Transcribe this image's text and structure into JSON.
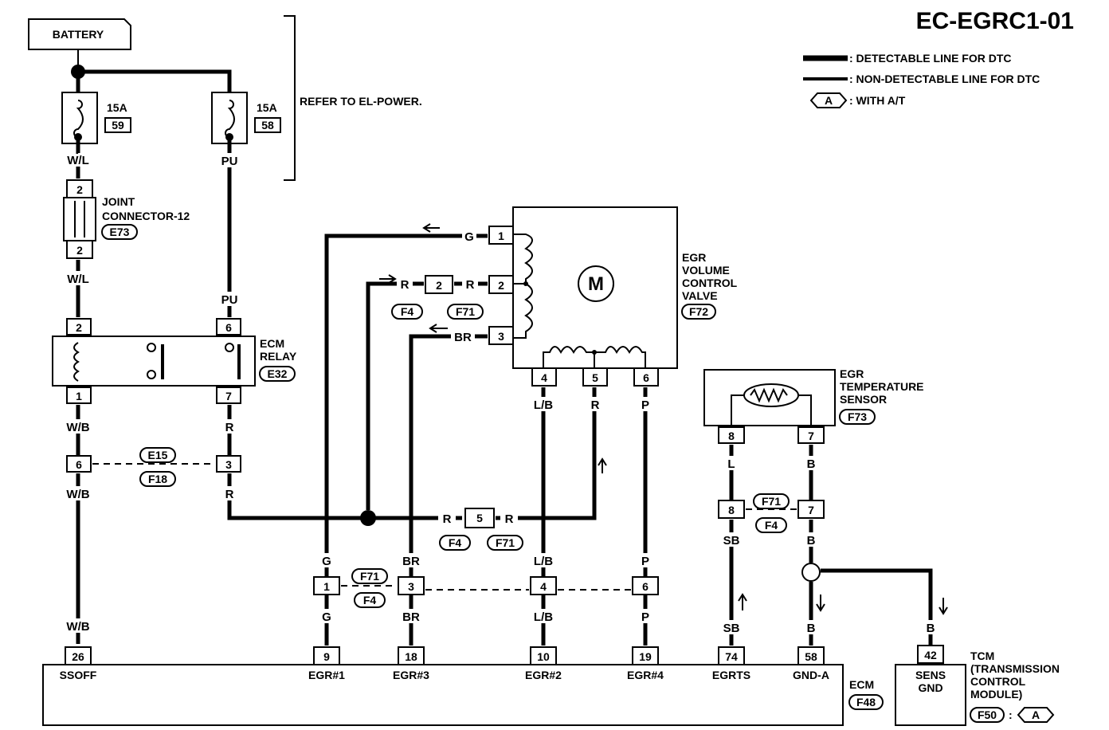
{
  "title": "EC-EGRC1-01",
  "legend": {
    "detectable": ": DETECTABLE LINE FOR DTC",
    "nondetectable": ": NON-DETECTABLE LINE FOR DTC",
    "with_at_code": "A",
    "with_at": ": WITH A/T"
  },
  "battery": "BATTERY",
  "fuses": {
    "f1_amp": "15A",
    "f1_no": "59",
    "f2_amp": "15A",
    "f2_no": "58",
    "refer": "REFER TO EL-POWER."
  },
  "wires": {
    "wl": "W/L",
    "pu": "PU",
    "wb": "W/B",
    "r": "R",
    "g": "G",
    "br": "BR",
    "lb": "L/B",
    "p": "P",
    "l": "L",
    "b": "B",
    "sb": "SB"
  },
  "joint": {
    "label1": "JOINT",
    "label2": "CONNECTOR-12",
    "code": "E73",
    "pin_top": "2",
    "pin_bottom": "2"
  },
  "ecm_relay": {
    "label1": "ECM",
    "label2": "RELAY",
    "code": "E32",
    "pins": [
      "2",
      "6",
      "1",
      "7"
    ]
  },
  "connectors": {
    "e15": "E15",
    "f18": "F18",
    "f4": "F4",
    "f71": "F71",
    "pin3": "3",
    "pin6": "6",
    "pin2": "2",
    "pin5": "5",
    "pin1": "1",
    "pin4": "4",
    "pin8": "8",
    "pin7": "7"
  },
  "egr_valve": {
    "label1": "EGR",
    "label2": "VOLUME",
    "label3": "CONTROL",
    "label4": "VALVE",
    "code": "F72",
    "motor": "M",
    "pins": [
      "1",
      "2",
      "3",
      "4",
      "5",
      "6"
    ]
  },
  "egr_temp": {
    "label1": "EGR",
    "label2": "TEMPERATURE",
    "label3": "SENSOR",
    "code": "F73",
    "pins": [
      "8",
      "7"
    ]
  },
  "ecm": {
    "label": "ECM",
    "code": "F48",
    "pins": [
      {
        "no": "26",
        "name": "SSOFF"
      },
      {
        "no": "9",
        "name": "EGR#1"
      },
      {
        "no": "18",
        "name": "EGR#3"
      },
      {
        "no": "10",
        "name": "EGR#2"
      },
      {
        "no": "19",
        "name": "EGR#4"
      },
      {
        "no": "74",
        "name": "EGRTS"
      },
      {
        "no": "58",
        "name": "GND-A"
      }
    ]
  },
  "tcm": {
    "pin": "42",
    "name1": "SENS",
    "name2": "GND",
    "label1": "TCM",
    "label2": "(TRANSMISSION",
    "label3": "CONTROL",
    "label4": "MODULE)",
    "code": "F50",
    "with": "A"
  }
}
